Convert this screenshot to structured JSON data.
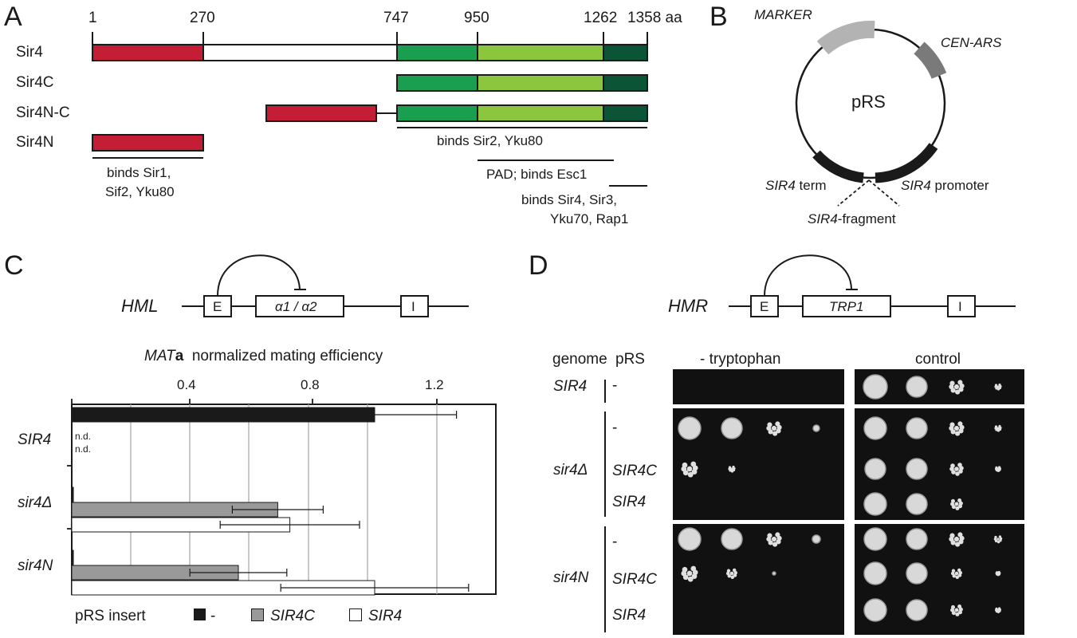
{
  "panels": {
    "a": "A",
    "b": "B",
    "c": "C",
    "d": "D"
  },
  "a": {
    "positions": [
      "1",
      "270",
      "747",
      "950",
      "1262",
      "1358 aa"
    ],
    "rows": [
      "Sir4",
      "Sir4C",
      "Sir4N-C",
      "Sir4N"
    ],
    "binds_sir2": "binds Sir2, Yku80",
    "binds_sir1_l1": "binds Sir1,",
    "binds_sir1_l2": "Sif2, Yku80",
    "pad": "PAD; binds Esc1",
    "binds_sir4_l1": "binds Sir4, Sir3,",
    "binds_sir4_l2": "Yku70, Rap1"
  },
  "b": {
    "marker": "MARKER",
    "cen": "CEN-ARS",
    "prs": "pRS",
    "term_gene": "SIR4",
    "term": " term",
    "promoter_gene": "SIR4",
    "promoter": " promoter",
    "fragment_gene": "SIR4",
    "fragment": "-fragment"
  },
  "c": {
    "locus": "HML",
    "e": "E",
    "gene": "α1 / α2",
    "i": "I",
    "title_a": "MAT",
    "title_b": "a",
    "title_c": "  normalized mating efficiency",
    "nd1": "n.d.",
    "nd2": "n.d.",
    "groups": [
      "SIR4",
      "sir4Δ",
      "sir4N"
    ],
    "legend_title": "pRS insert",
    "legend": [
      "-",
      "SIR4C",
      "SIR4"
    ]
  },
  "chart_data": {
    "type": "bar",
    "orientation": "horizontal",
    "title": "MATa normalized mating efficiency",
    "categories": [
      "SIR4",
      "sir4Δ",
      "sir4N"
    ],
    "xlim": [
      0,
      1.4
    ],
    "xticks": [
      0.4,
      0.8,
      1.2
    ],
    "grid": true,
    "legend_title": "pRS insert",
    "legend_position": "bottom",
    "series": [
      {
        "name": "-",
        "color": "#1a1a1a",
        "values": [
          1.0,
          0.005,
          0.005
        ],
        "errors": [
          0.27,
          0,
          0
        ]
      },
      {
        "name": "SIR4C",
        "color": "#999999",
        "values": [
          null,
          0.68,
          0.55
        ],
        "errors": [
          0,
          0.15,
          0.16
        ]
      },
      {
        "name": "SIR4",
        "color": "#ffffff",
        "values": [
          null,
          0.72,
          1.0
        ],
        "errors": [
          0,
          0.23,
          0.31
        ]
      }
    ],
    "annotations": [
      "n.d.",
      "n.d."
    ]
  },
  "d": {
    "locus": "HMR",
    "e": "E",
    "gene": "TRP1",
    "i": "I",
    "col_genome": "genome",
    "col_prs": "pRS",
    "col_trp": "- tryptophan",
    "col_ctrl": "control",
    "genomes": [
      "SIR4",
      "sir4Δ",
      "sir4N"
    ],
    "prs": [
      "-",
      "-",
      "SIR4C",
      "SIR4",
      "-",
      "SIR4C",
      "SIR4"
    ]
  },
  "colors": {
    "red": "#c41e36",
    "green1": "#1a9e4f",
    "green2": "#8cc63f",
    "green3": "#0b5436",
    "grey": "#999999",
    "plate": "#111111"
  }
}
